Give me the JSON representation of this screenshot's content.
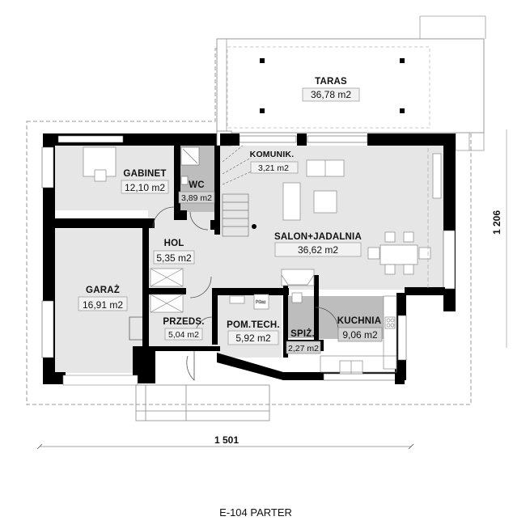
{
  "plan": {
    "caption": "E-104 PARTER",
    "dimensions": {
      "width_label": "1 501",
      "height_label": "1 206"
    },
    "colors": {
      "wall": "#000000",
      "floor": "#e6e6e6",
      "wet_floor": "#bdbdbd",
      "outline": "#9a9a9a",
      "background": "#ffffff"
    },
    "rooms": {
      "taras": {
        "name": "TARAS",
        "area": "36,78 m2"
      },
      "gabinet": {
        "name": "GABINET",
        "area": "12,10 m2"
      },
      "wc": {
        "name": "WC",
        "area": "3,89 m2"
      },
      "komunik": {
        "name": "KOMUNIK.",
        "area": "3,21 m2"
      },
      "hol": {
        "name": "HOL",
        "area": "5,35 m2"
      },
      "salon": {
        "name": "SALON+JADALNIA",
        "area": "36,62 m2"
      },
      "garaz": {
        "name": "GARAŻ",
        "area": "16,91 m2"
      },
      "przeds": {
        "name": "PRZEDS.",
        "area": "5,04 m2"
      },
      "pomtech": {
        "name": "POM.TECH.",
        "area": "5,92 m2"
      },
      "spiz": {
        "name": "SPIŻ.",
        "area": "2,27 m2"
      },
      "kuchnia": {
        "name": "KUCHNIA",
        "area": "9,06 m2"
      }
    },
    "fixtures": {
      "boiler_label": "PGaz"
    }
  }
}
